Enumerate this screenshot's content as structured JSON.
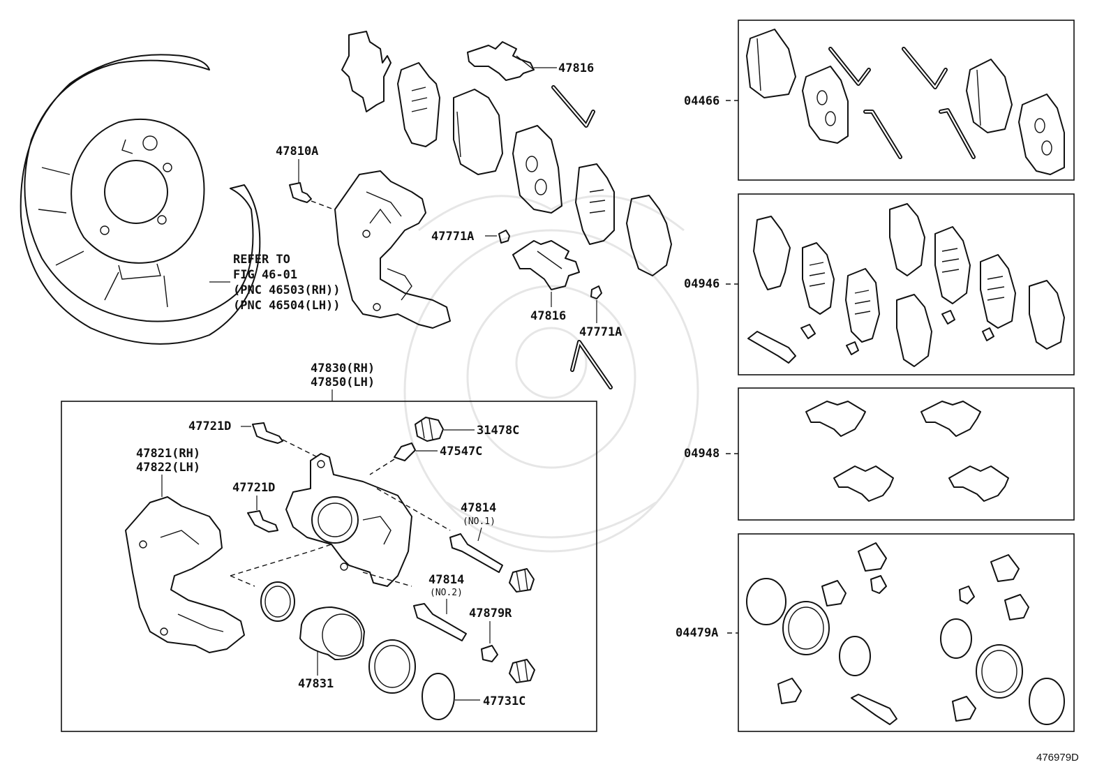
{
  "diagram": {
    "figure_number": "476979D",
    "refer_note": {
      "line1": "REFER TO",
      "line2": "FIG 46-01",
      "line3": "(PNC 46503(RH))",
      "line4": "(PNC 46504(LH))"
    },
    "labels": {
      "p47816_top": "47816",
      "p47810A": "47810A",
      "p47771A_a": "47771A",
      "p47816_mid": "47816",
      "p47771A_b": "47771A",
      "p47830": "47830(RH)",
      "p47850": "47850(LH)",
      "p47721D_a": "47721D",
      "p31478C": "31478C",
      "p47547C": "47547C",
      "p47821": "47821(RH)",
      "p47822": "47822(LH)",
      "p47721D_b": "47721D",
      "p47814_a": "47814",
      "p47814_a_note": "(NO.1)",
      "p47814_b": "47814",
      "p47814_b_note": "(NO.2)",
      "p47879R": "47879R",
      "p47831": "47831",
      "p47731C": "47731C",
      "k04466": "04466",
      "k04946": "04946",
      "k04948": "04948",
      "k04479A": "04479A"
    }
  }
}
